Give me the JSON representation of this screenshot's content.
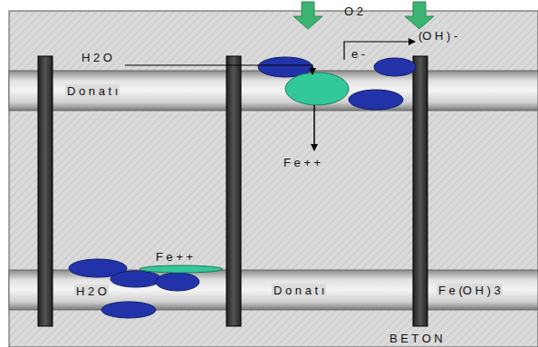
{
  "diagram": {
    "labels": [
      "O 2",
      "H 2 O",
      "e -",
      "(O H ) -",
      "D o n a t ı",
      "F e + +",
      "F e + +",
      "H 2 O",
      "D o n a t ı",
      "F e (O H ) 3",
      "B E T O N"
    ]
  }
}
